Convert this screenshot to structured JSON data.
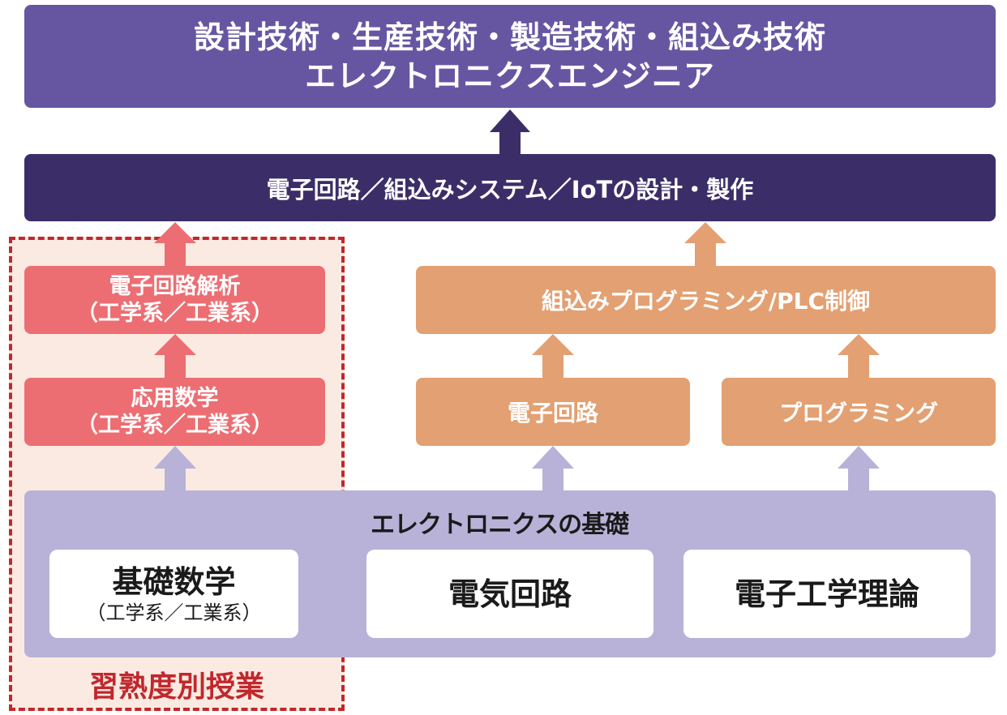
{
  "colors": {
    "top": "#6656a2",
    "middle": "#3b2e68",
    "pink": "#ec6e73",
    "orange": "#e3a072",
    "base": "#b8b2d8",
    "dashed": "#c0282d",
    "dashed_fill": "#fbeae1"
  },
  "top": {
    "line1": "設計技術・生産技術・製造技術・組込み技術",
    "line2": "エレクトロニクスエンジニア"
  },
  "middle": {
    "label": "電子回路／組込みシステム／IoTの設計・製作"
  },
  "left_column": {
    "circuit_analysis": {
      "line1": "電子回路解析",
      "line2": "（工学系／工業系）"
    },
    "applied_math": {
      "line1": "応用数学",
      "line2": "（工学系／工業系）"
    }
  },
  "right_column": {
    "embedded": "組込みプログラミング/PLC制御",
    "circuits": "電子回路",
    "programming": "プログラミング"
  },
  "foundation": {
    "title": "エレクトロニクスの基礎",
    "basic_math": {
      "line1": "基礎数学",
      "line2": "（工学系／工業系）"
    },
    "electric_circuits": "電気回路",
    "electronics_theory": "電子工学理論"
  },
  "footer": {
    "label": "習熟度別授業"
  }
}
